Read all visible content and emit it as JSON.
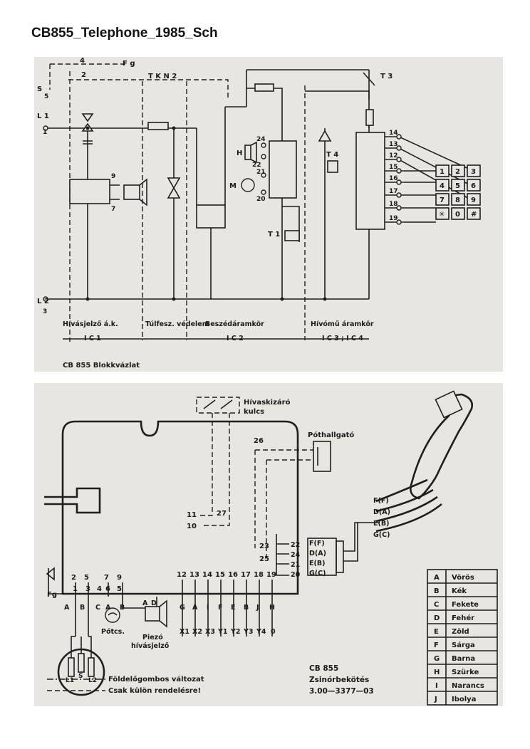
{
  "title": "CB855_Telephone_1985_Sch",
  "block": {
    "terminals": {
      "t4": "4",
      "fg": "F g",
      "t2": "2",
      "s": "S",
      "s5": "5",
      "l1": "L 1",
      "l1n": "1",
      "l2": "L 2",
      "l2n": "3"
    },
    "tkn2": "T K N 2",
    "pins": {
      "p9": "9",
      "p7": "7",
      "p24": "24",
      "p22": "22",
      "p21": "21",
      "p20": "20",
      "h": "H",
      "m": "M",
      "t3": "T 3",
      "t4": "T 4",
      "t1": "T 1"
    },
    "keypad_pins": [
      "14",
      "13",
      "12",
      "15",
      "16",
      "17",
      "18",
      "19"
    ],
    "keypad_keys": [
      "1",
      "2",
      "3",
      "4",
      "5",
      "6",
      "7",
      "8",
      "9",
      "✳",
      "0",
      "#"
    ],
    "sections": [
      {
        "name": "Hívásjelző á.k.",
        "ic": "I C 1"
      },
      {
        "name": "Túlfesz. védelem",
        "ic": ""
      },
      {
        "name": "Beszédáramkör",
        "ic": "I C 2"
      },
      {
        "name": "Hívómű áramkör",
        "ic": "I C 3 ;  I C 4"
      }
    ],
    "caption": "CB  855  Blokkvázlat"
  },
  "wiring": {
    "hivaskizaro": "Hívaskizáró",
    "kulcs": "kulcs",
    "pothallgato": "Póthallgató",
    "label_26": "26",
    "label_27": "27",
    "label_11": "11",
    "label_10": "10",
    "label_23": "23",
    "label_25": "25",
    "conn_pins": [
      "22",
      "24",
      "21",
      "20"
    ],
    "conn_letters": [
      "F(F)",
      "D(A)",
      "E(B)",
      "G(C)"
    ],
    "handset_letters": [
      "F(F)",
      "D(A)",
      "E(B)",
      "G(C)"
    ],
    "bottom_pins": [
      "2",
      "5",
      "7",
      "9",
      "12",
      "13",
      "14",
      "15",
      "16",
      "17",
      "18",
      "19"
    ],
    "inner_pins": [
      "1",
      "3",
      "4",
      "6",
      "5"
    ],
    "fg": "Fg",
    "letters_left": [
      "A",
      "B",
      "C",
      "A",
      "B"
    ],
    "letters_ad": [
      "A",
      "D"
    ],
    "letters_right": [
      "G",
      "A",
      "I",
      "F",
      "E",
      "B",
      "J",
      "H"
    ],
    "xy_labels": [
      "X1",
      "X2",
      "X3",
      "Y1",
      "Y2",
      "Y3",
      "Y4",
      "0"
    ],
    "potcs": "Pótcs.",
    "piezo": "Piezó",
    "hivasjelzo": "hívásjelző",
    "plug": [
      "L1",
      "S",
      "L2"
    ],
    "legend_lines": [
      "Földelőgombos változat",
      "Csak külön rendelésre!"
    ],
    "model": "CB  855",
    "zsinor": "Zsinórbekötés",
    "code": "3.00—3377—03"
  },
  "color_table": [
    [
      "A",
      "Vörös"
    ],
    [
      "B",
      "Kék"
    ],
    [
      "C",
      "Fekete"
    ],
    [
      "D",
      "Fehér"
    ],
    [
      "E",
      "Zöld"
    ],
    [
      "F",
      "Sárga"
    ],
    [
      "G",
      "Barna"
    ],
    [
      "H",
      "Szürke"
    ],
    [
      "I",
      "Narancs"
    ],
    [
      "J",
      "Ibolya"
    ]
  ]
}
